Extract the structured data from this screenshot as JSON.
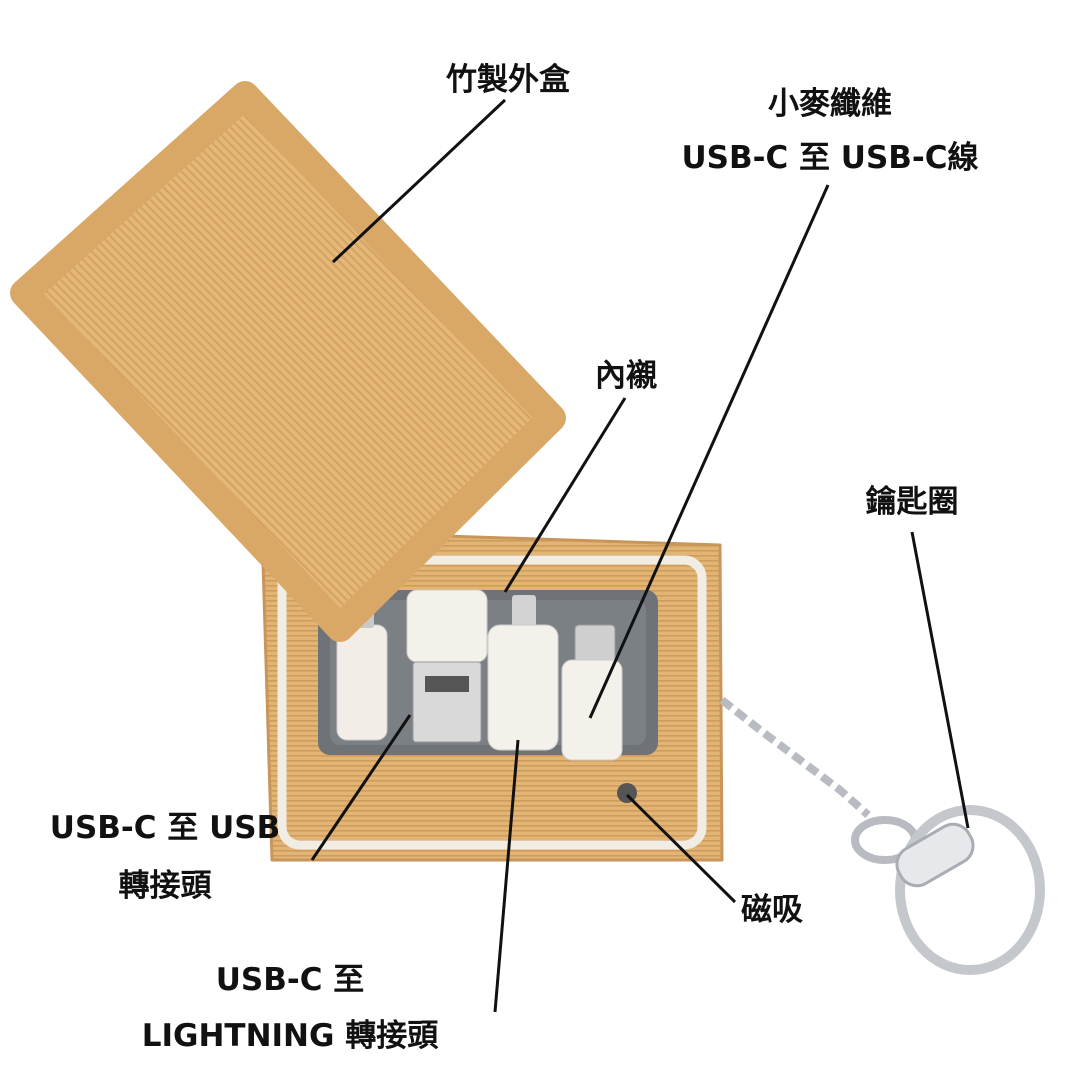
{
  "labels": {
    "bamboo_case": "竹製外盒",
    "cable_line1": "小麥纖維",
    "cable_line2": "USB-C 至 USB-C線",
    "liner": "內襯",
    "keyring": "鑰匙圈",
    "usb_adapter_line1": "USB-C 至 USB",
    "usb_adapter_line2": "轉接頭",
    "magnet": "磁吸",
    "lightning_adapter_line1": "USB-C 至",
    "lightning_adapter_line2": "LIGHTNING 轉接頭"
  },
  "colors": {
    "bamboo": "#e2b677",
    "bamboo_dark": "#c9955a",
    "tray": "#6f7378",
    "accessory": "#f2ede6",
    "text": "#111111"
  }
}
